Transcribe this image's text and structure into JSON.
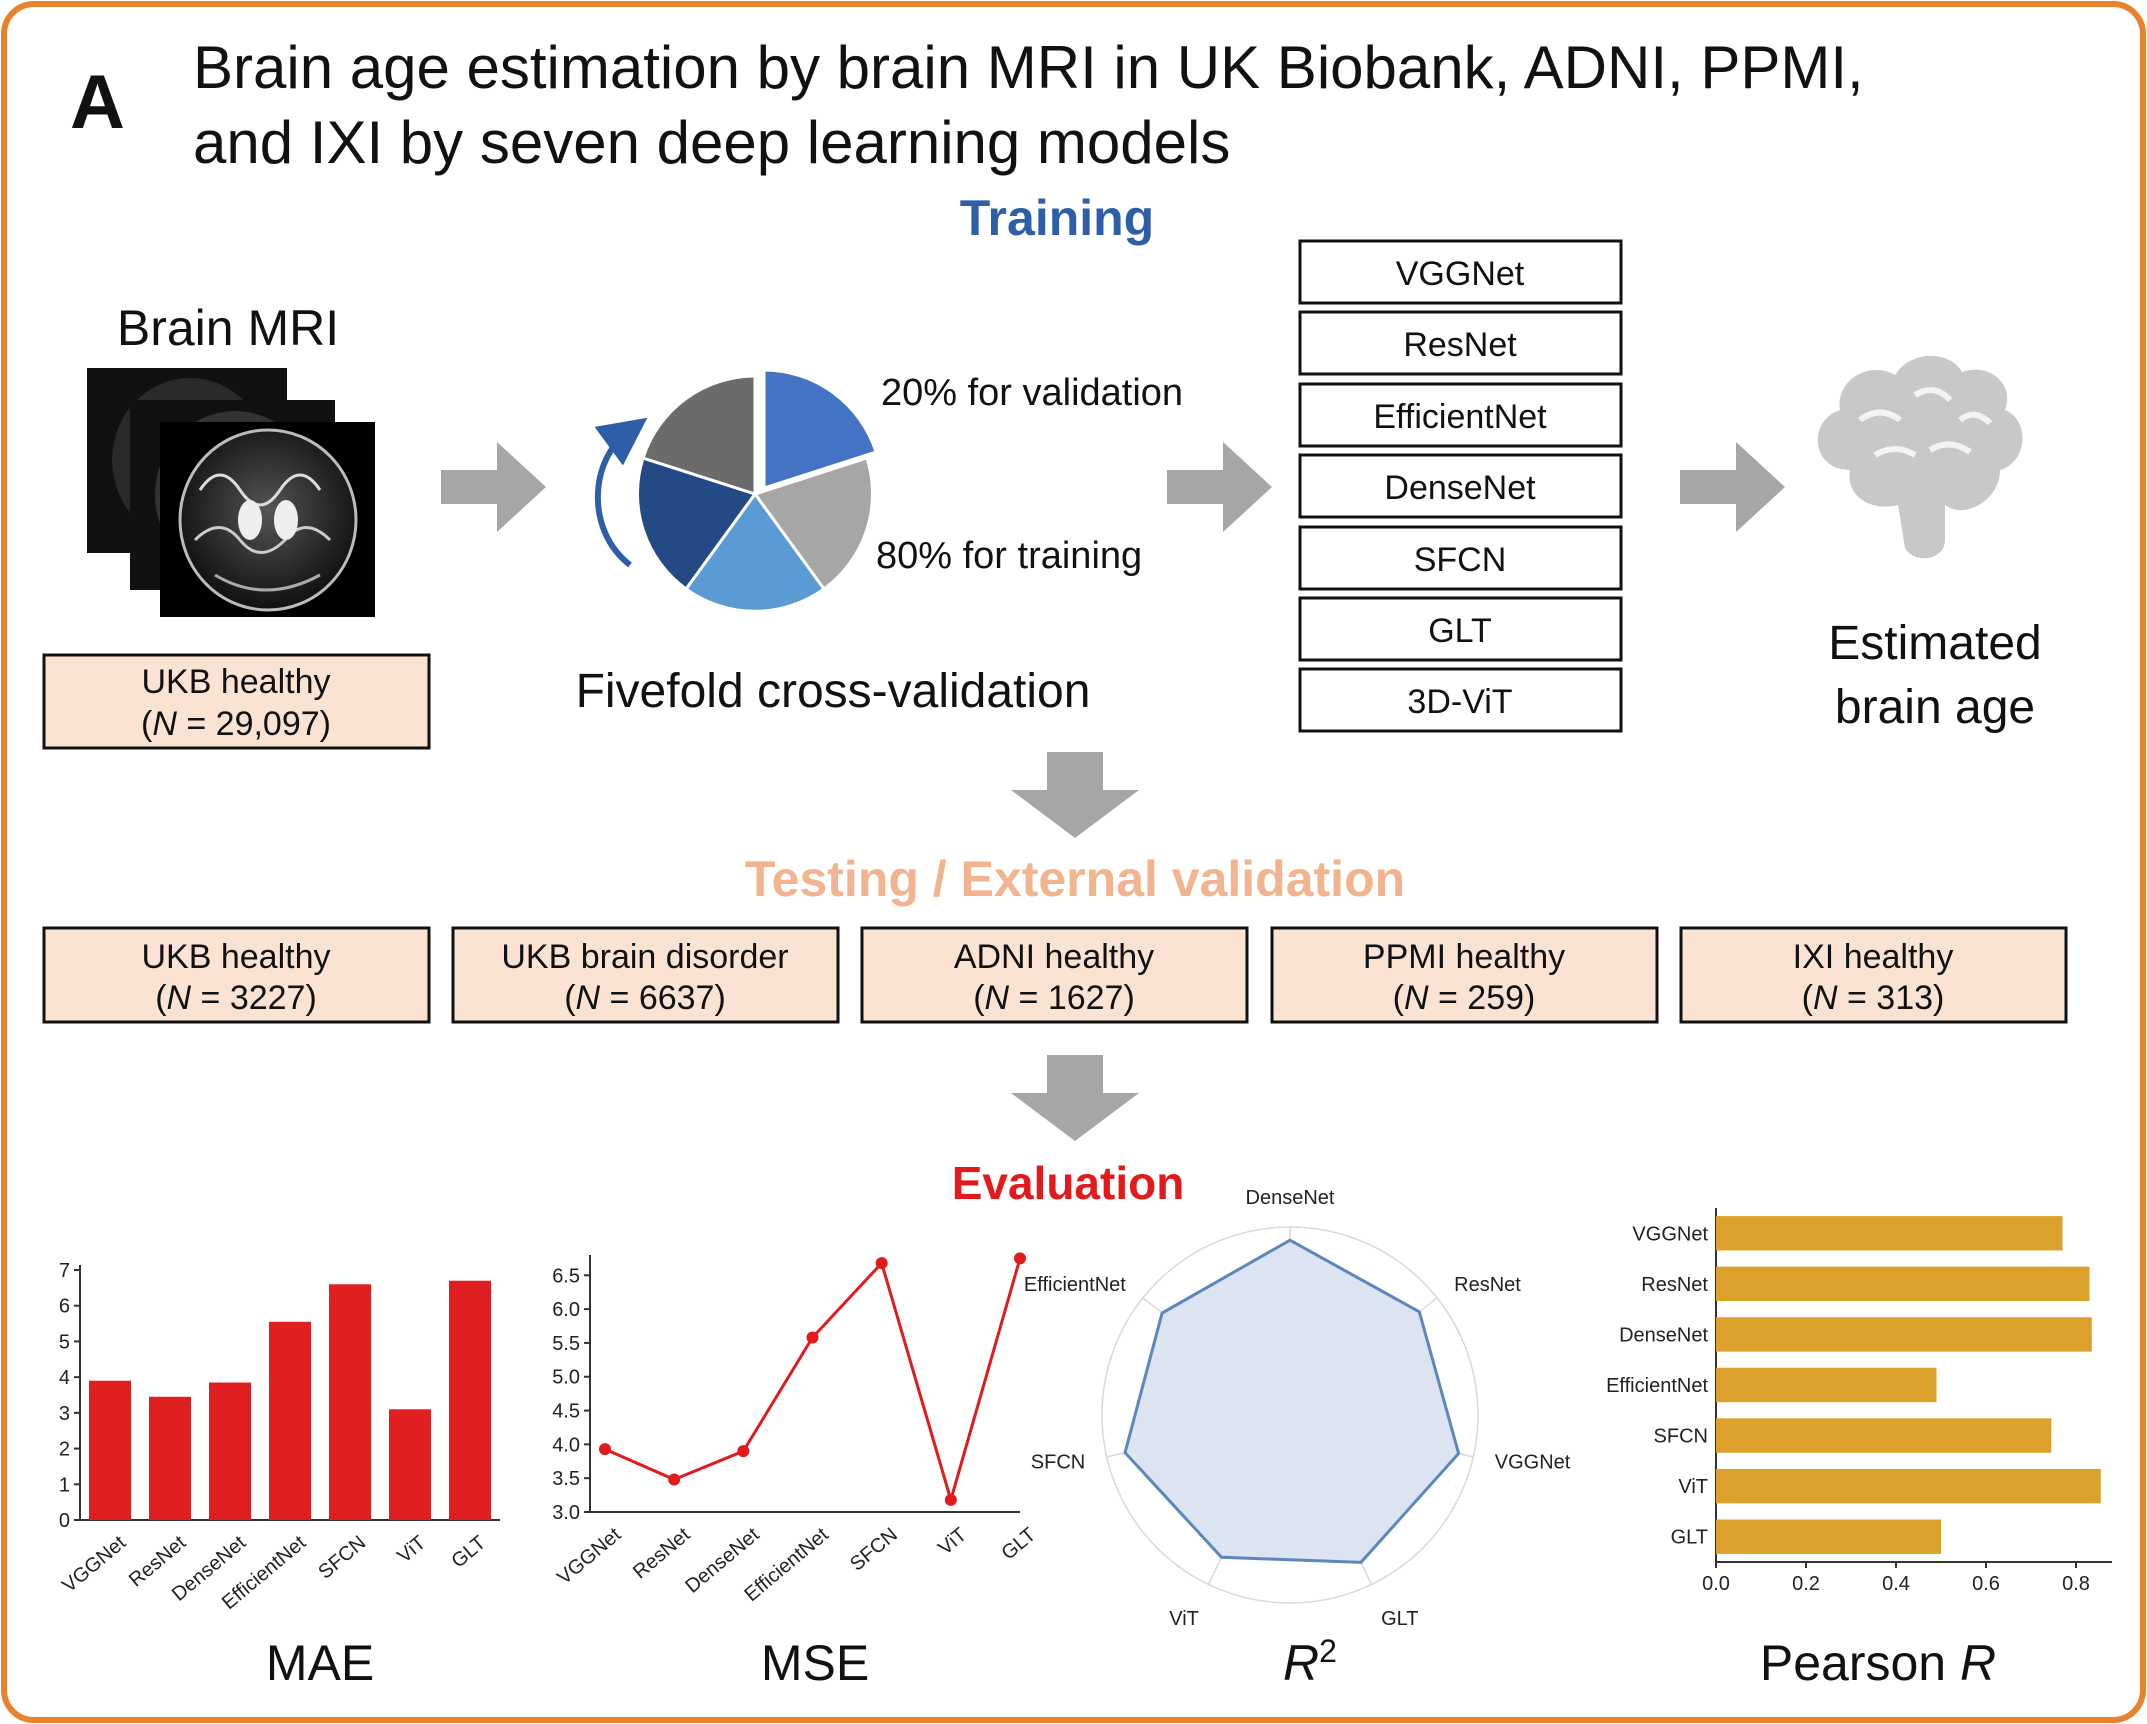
{
  "panel_letter": "A",
  "title_line1": "Brain age estimation by brain MRI in UK Biobank, ADNI, PPMI,",
  "title_line2": "and IXI by seven deep learning models",
  "training_heading": "Training",
  "mri_label": "Brain MRI",
  "train_box": {
    "line1": "UKB healthy",
    "n_label": "N",
    "n_value": " = 29,097"
  },
  "pie_labels": {
    "validation": "20% for validation",
    "training": "80% for training"
  },
  "cv_label": "Fivefold cross-validation",
  "models": [
    "VGGNet",
    "ResNet",
    "EfficientNet",
    "DenseNet",
    "SFCN",
    "GLT",
    "3D-ViT"
  ],
  "output_label_line1": "Estimated",
  "output_label_line2": "brain age",
  "testing_heading": "Testing / External validation",
  "test_boxes": [
    {
      "line1": "UKB healthy",
      "n_label": "N",
      "n_value": " = 3227"
    },
    {
      "line1": "UKB brain disorder",
      "n_label": "N",
      "n_value": " = 6637"
    },
    {
      "line1": "ADNI healthy",
      "n_label": "N",
      "n_value": " = 1627"
    },
    {
      "line1": "PPMI healthy",
      "n_label": "N",
      "n_value": " = 259"
    },
    {
      "line1": "IXI healthy",
      "n_label": "N",
      "n_value": " = 313"
    }
  ],
  "evaluation_heading": "Evaluation",
  "colors": {
    "frame": "#e8822c",
    "training_blue": "#2f5ea8",
    "testing_peach": "#f2b48e",
    "evaluation_red": "#e31a1c",
    "box_fill": "#fbe3d4",
    "arrow_gray": "#a6a6a6",
    "bar_red": "#e02020",
    "bar_gold": "#dca12a",
    "radar_blue": "#5b87bd"
  },
  "metric_labels": {
    "mae": "MAE",
    "mse": "MSE",
    "r2_base": "R",
    "r2_sup": "2",
    "pearson_prefix": "Pearson ",
    "pearson_italic": "R"
  },
  "chart_data": [
    {
      "type": "bar",
      "categories": [
        "VGGNet",
        "ResNet",
        "DenseNet",
        "EfficientNet",
        "SFCN",
        "ViT",
        "GLT"
      ],
      "values": [
        3.9,
        3.45,
        3.85,
        5.55,
        6.6,
        3.1,
        6.7
      ],
      "ylim": [
        0,
        7
      ],
      "yticks": [
        0,
        1,
        2,
        3,
        4,
        5,
        6,
        7
      ],
      "xlabel": "MAE",
      "color": "#e02020"
    },
    {
      "type": "line",
      "categories": [
        "VGGNet",
        "ResNet",
        "DenseNet",
        "EfficientNet",
        "SFCN",
        "ViT",
        "GLT"
      ],
      "values": [
        3.93,
        3.48,
        3.9,
        5.58,
        6.68,
        3.18,
        6.75
      ],
      "ylim": [
        3.0,
        6.8
      ],
      "yticks": [
        "3.0",
        "3.5",
        "4.0",
        "4.5",
        "5.0",
        "5.5",
        "6.0",
        "6.5"
      ],
      "xlabel": "MSE",
      "color": "#e31a1c"
    },
    {
      "type": "radar",
      "axes": [
        "DenseNet",
        "ResNet",
        "VGGNet",
        "GLT",
        "ViT",
        "SFCN",
        "EfficientNet"
      ],
      "values": [
        0.93,
        0.88,
        0.92,
        0.87,
        0.84,
        0.9,
        0.87
      ],
      "xlabel": "R2",
      "color": "#5b87bd"
    },
    {
      "type": "bar",
      "orientation": "horizontal",
      "categories": [
        "VGGNet",
        "ResNet",
        "DenseNet",
        "EfficientNet",
        "SFCN",
        "ViT",
        "GLT"
      ],
      "values": [
        0.77,
        0.83,
        0.835,
        0.49,
        0.745,
        0.855,
        0.5
      ],
      "xlim": [
        0,
        0.88
      ],
      "xticks": [
        "0.0",
        "0.2",
        "0.4",
        "0.6",
        "0.8"
      ],
      "xlabel": "Pearson R",
      "color": "#dca12a"
    }
  ]
}
